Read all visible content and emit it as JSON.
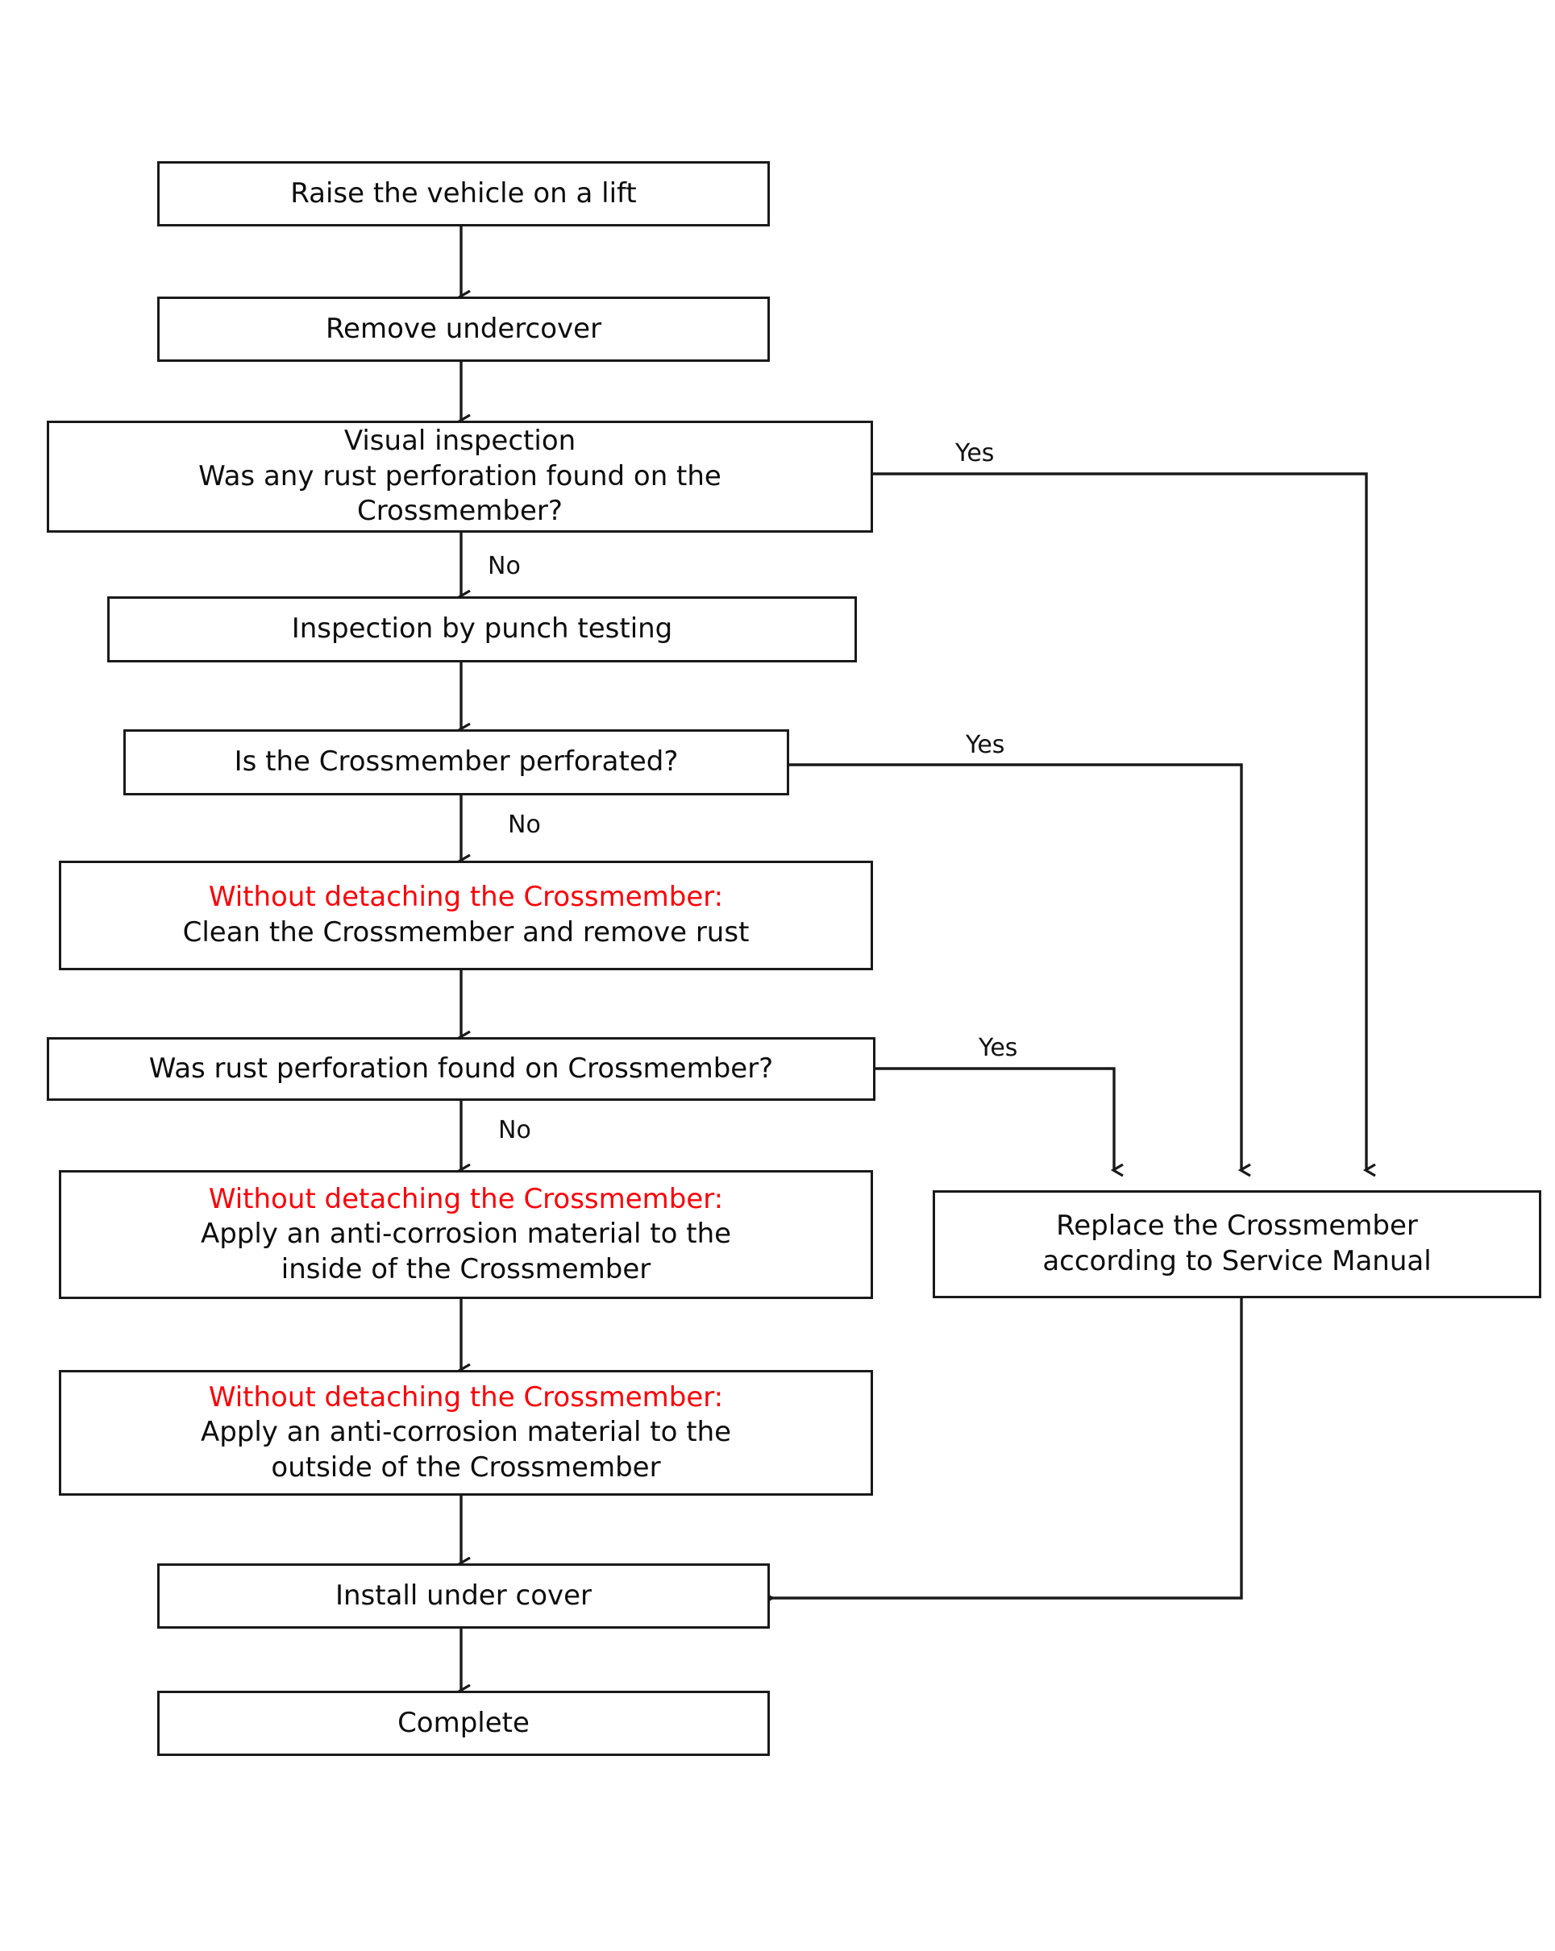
{
  "diagram": {
    "title": "Crossmember rust inspection and repair flowchart",
    "colors": {
      "line": "#1a1a1a",
      "box_border": "#1a1a1a",
      "box_fill": "#ffffff",
      "text": "#0d0d0d",
      "warning_text": "#fb0007",
      "background": "#ffffff"
    },
    "nodes": [
      {
        "id": "raise-vehicle",
        "lines": [
          {
            "text": "Raise the vehicle on a lift",
            "color": "normal"
          }
        ]
      },
      {
        "id": "remove-undercover",
        "lines": [
          {
            "text": "Remove undercover",
            "color": "normal"
          }
        ]
      },
      {
        "id": "visual-inspection",
        "lines": [
          {
            "text": "Visual inspection",
            "color": "normal"
          },
          {
            "text": "Was any rust perforation found on the",
            "color": "normal"
          },
          {
            "text": "Crossmember?",
            "color": "normal"
          }
        ]
      },
      {
        "id": "punch-testing",
        "lines": [
          {
            "text": "Inspection by punch testing",
            "color": "normal"
          }
        ]
      },
      {
        "id": "is-perforated",
        "lines": [
          {
            "text": "Is the Crossmember perforated?",
            "color": "normal"
          }
        ]
      },
      {
        "id": "clean-remove-rust",
        "lines": [
          {
            "text": "Without detaching the Crossmember:",
            "color": "red"
          },
          {
            "text": "Clean the Crossmember and remove rust",
            "color": "normal"
          }
        ]
      },
      {
        "id": "rust-found-after-clean",
        "lines": [
          {
            "text": "Was rust perforation found on Crossmember?",
            "color": "normal"
          }
        ]
      },
      {
        "id": "anti-corrosion-inside",
        "lines": [
          {
            "text": "Without detaching the Crossmember:",
            "color": "red"
          },
          {
            "text": "Apply an anti-corrosion material to the",
            "color": "normal"
          },
          {
            "text": "inside of the Crossmember",
            "color": "normal"
          }
        ]
      },
      {
        "id": "anti-corrosion-outside",
        "lines": [
          {
            "text": "Without detaching the Crossmember:",
            "color": "red"
          },
          {
            "text": "Apply an anti-corrosion material to the",
            "color": "normal"
          },
          {
            "text": "outside of the Crossmember",
            "color": "normal"
          }
        ]
      },
      {
        "id": "install-under-cover",
        "lines": [
          {
            "text": "Install under cover",
            "color": "normal"
          }
        ]
      },
      {
        "id": "complete",
        "lines": [
          {
            "text": "Complete",
            "color": "normal"
          }
        ]
      },
      {
        "id": "replace-crossmember",
        "lines": [
          {
            "text": "Replace the Crossmember",
            "color": "normal"
          },
          {
            "text": "according to Service Manual",
            "color": "normal"
          }
        ]
      }
    ],
    "edge_labels": [
      {
        "id": "yes-visual",
        "text": "Yes"
      },
      {
        "id": "no-visual",
        "text": "No"
      },
      {
        "id": "yes-punch",
        "text": "Yes"
      },
      {
        "id": "no-punch",
        "text": "No"
      },
      {
        "id": "yes-after-clean",
        "text": "Yes"
      },
      {
        "id": "no-after-clean",
        "text": "No"
      }
    ]
  }
}
